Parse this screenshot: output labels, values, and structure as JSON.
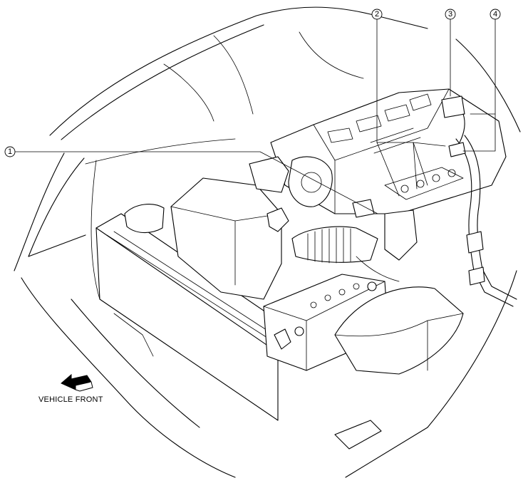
{
  "callouts": [
    {
      "number": "1"
    },
    {
      "number": "2"
    },
    {
      "number": "3"
    },
    {
      "number": "4"
    }
  ],
  "direction_label": "VEHICLE FRONT"
}
